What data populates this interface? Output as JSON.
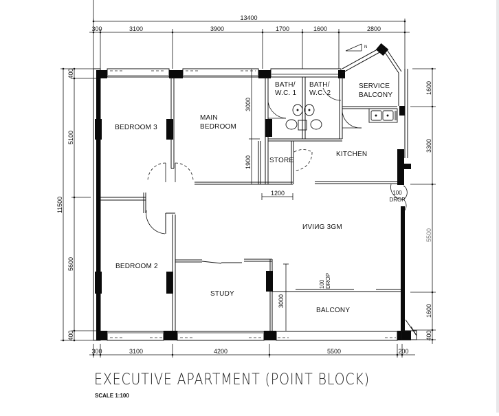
{
  "plan": {
    "title": "EXECUTIVE APARTMENT (POINT BLOCK)",
    "scale": "SCALE 1:100",
    "north_arrow_label": "N"
  },
  "dimensions": {
    "top_overall": "13400",
    "top_segments": [
      "300",
      "3100",
      "3900",
      "1700",
      "1600",
      "2800"
    ],
    "bottom_segments": [
      "300",
      "3100",
      "4200",
      "5500",
      "200"
    ],
    "left_overall": "11500",
    "left_segments": [
      "400",
      "5100",
      "5600",
      "400"
    ],
    "right_segments": [
      "1600",
      "3300",
      "5500",
      "1600",
      "400"
    ],
    "inner": {
      "main_bedroom_upper": "3000",
      "main_bedroom_lower": "1900",
      "store_width": "1200",
      "balcony_depth": "3000",
      "kitchen_drop": "100",
      "kitchen_drop_label": "DROP",
      "balcony_drop": "100",
      "balcony_drop_label": "DROP"
    }
  },
  "rooms": {
    "bedroom3": "BEDROOM 3",
    "main_bedroom_l1": "MAIN",
    "main_bedroom_l2": "BEDROOM",
    "bath1_l1": "BATH/",
    "bath1_l2": "W.C. 1",
    "bath2_l1": "BATH/",
    "bath2_l2": "W.C. 2",
    "service_balcony_l1": "SERVICE",
    "service_balcony_l2": "BALCONY",
    "store": "STORE",
    "kitchen": "KITCHEN",
    "living_dining": "ИVIИG 3GM",
    "bedroom2": "BEDROOM 2",
    "study": "STUDY",
    "balcony": "BALCONY"
  },
  "colors": {
    "line": "#111111",
    "wall_fill": "#0a0a0a",
    "window_gray": "#9a9a9a",
    "background": "#ffffff"
  }
}
